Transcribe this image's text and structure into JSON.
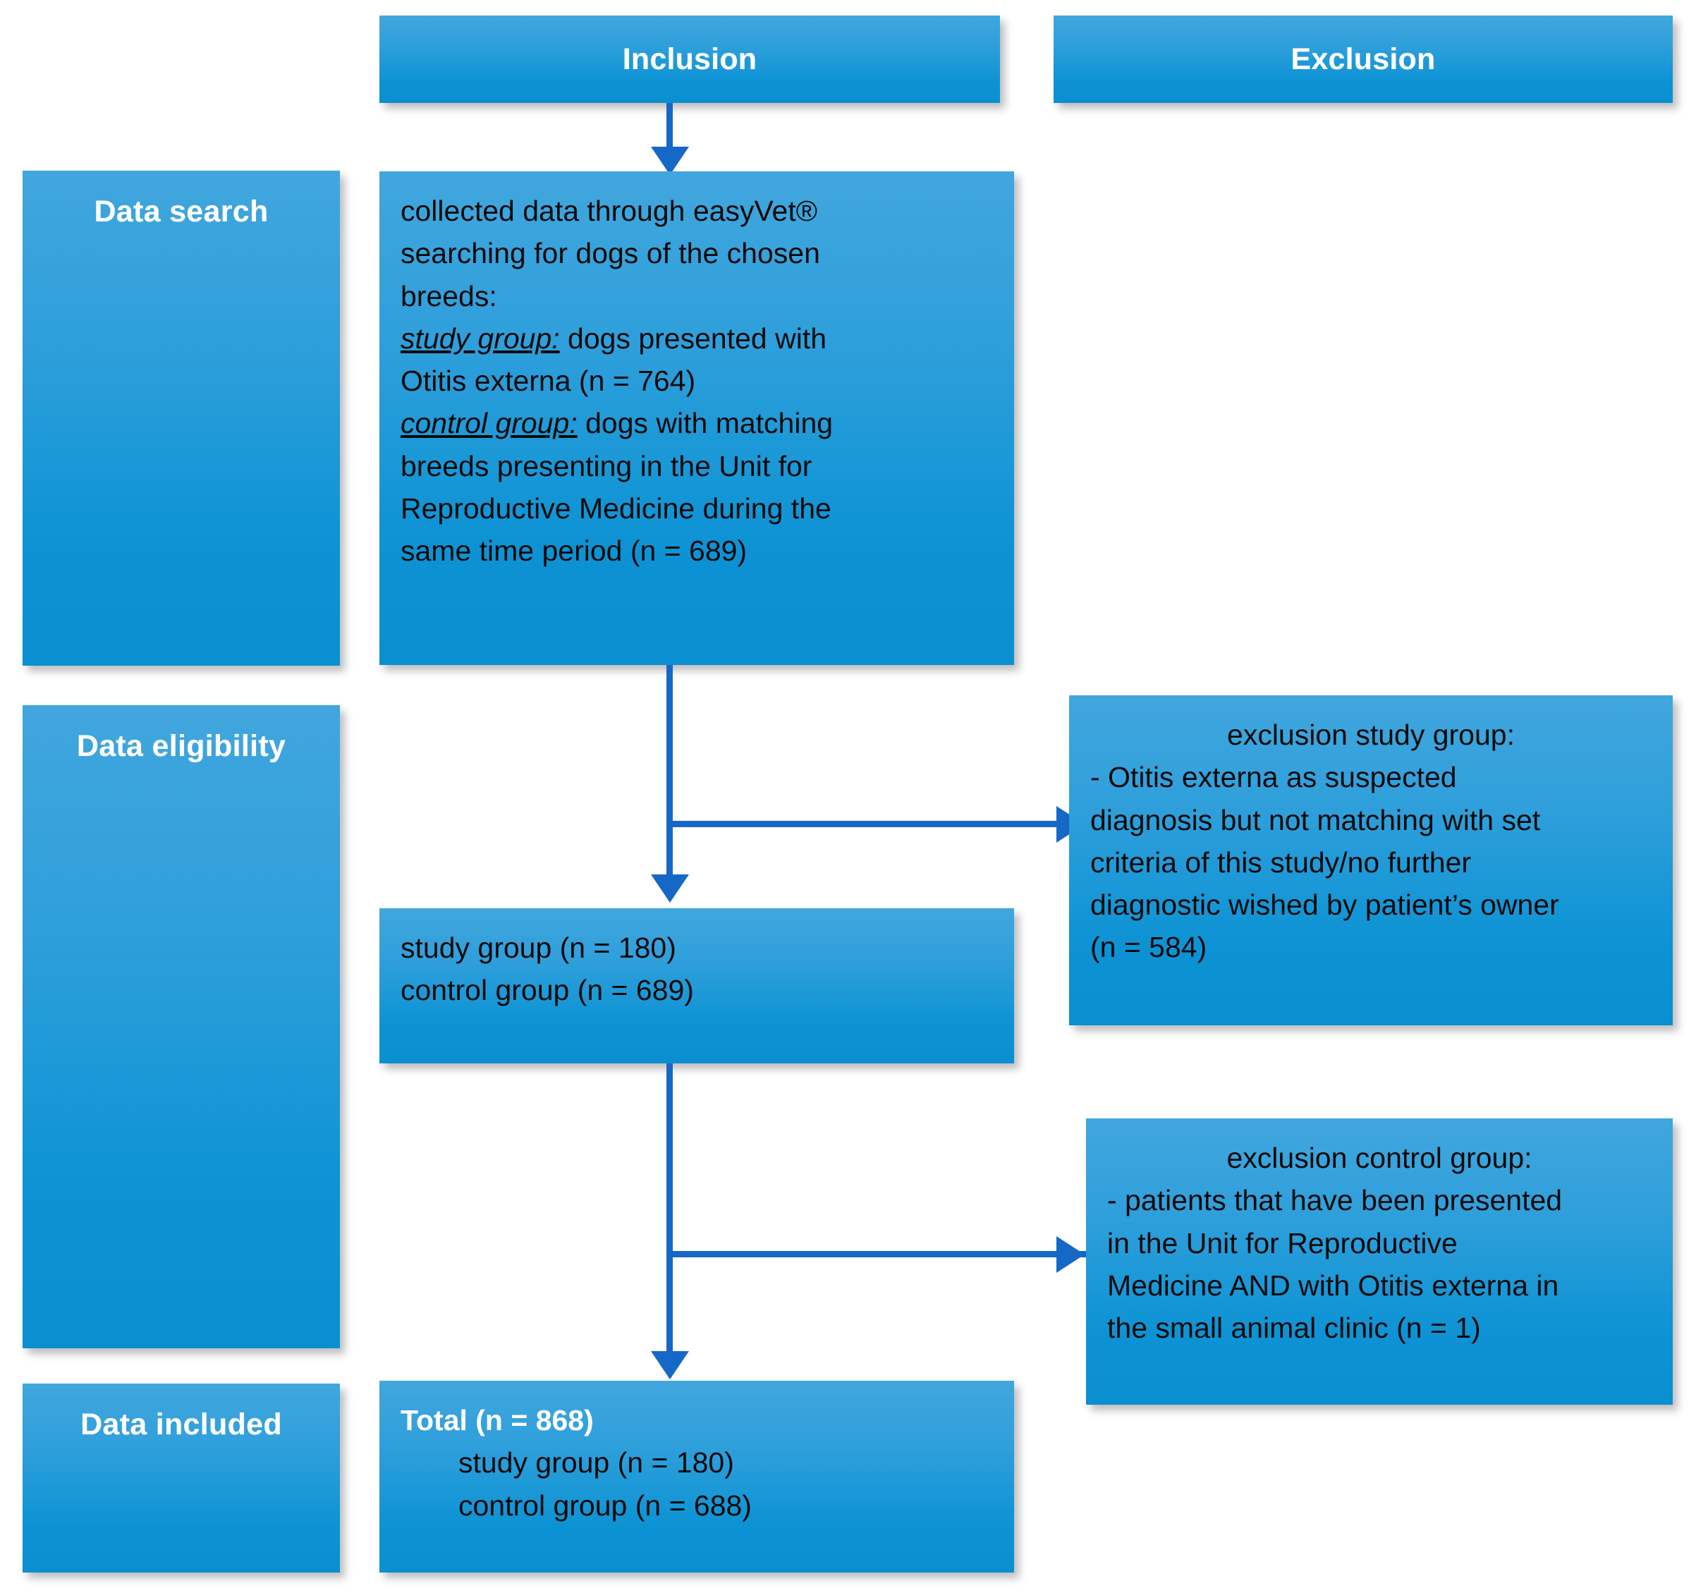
{
  "figure": {
    "type": "flowchart",
    "orientation": "top-to-bottom",
    "columns": [
      "Inclusion",
      "Exclusion"
    ],
    "stage_labels": [
      "Data search",
      "Data eligibility",
      "Data included"
    ]
  },
  "headers": {
    "inclusion": "Inclusion",
    "exclusion": "Exclusion"
  },
  "stages": {
    "data_search": "Data search",
    "data_eligibility": "Data eligibility",
    "data_included": "Data included"
  },
  "boxes": {
    "data_search_content": {
      "line1": "collected data through easyVet",
      "registered_mark": "®",
      "line2": "searching for dogs of the chosen",
      "line3": "breeds:",
      "study_group_tag": "study group:",
      "study_group_text": " dogs presented with",
      "line4": "Otitis externa (n = 764)",
      "control_group_tag": "control group:",
      "control_group_text": " dogs with matching",
      "line5": "breeds presenting in the Unit for",
      "line6": "Reproductive Medicine during the",
      "line7": "same time period (n = 689)"
    },
    "eligible_counts": {
      "line1": "study group (n = 180)",
      "line2": "control group (n = 689)"
    },
    "exclusion_study_group": {
      "title": "exclusion study group:",
      "line1": "- Otitis externa as suspected",
      "line2": "diagnosis but not matching with set",
      "line3": "criteria of this study/no further",
      "line4": "diagnostic wished by patient’s owner",
      "line5": "(n = 584)"
    },
    "exclusion_control_group": {
      "title": "exclusion control group:",
      "line1": "- patients that have been presented",
      "line2": "in the Unit for Reproductive",
      "line3": "Medicine AND with Otitis externa in",
      "line4": "the small animal clinic (n = 1)"
    },
    "total_included": {
      "title": "Total (n = 868)",
      "line1": "study group (n = 180)",
      "line2": "control group (n = 688)"
    }
  },
  "counts": {
    "study_group_initial": 764,
    "control_group_initial": 689,
    "study_group_excluded": 584,
    "control_group_excluded": 1,
    "study_group_eligible": 180,
    "control_group_eligible": 689,
    "study_group_included": 180,
    "control_group_included": 688,
    "total_included": 868
  },
  "colors": {
    "box_top": "#41a6dd",
    "box_bottom": "#0a8fd1",
    "connector": "#1668c6",
    "header_text": "#ffffff",
    "body_text": "#0a0a0a",
    "background": "#ffffff"
  }
}
